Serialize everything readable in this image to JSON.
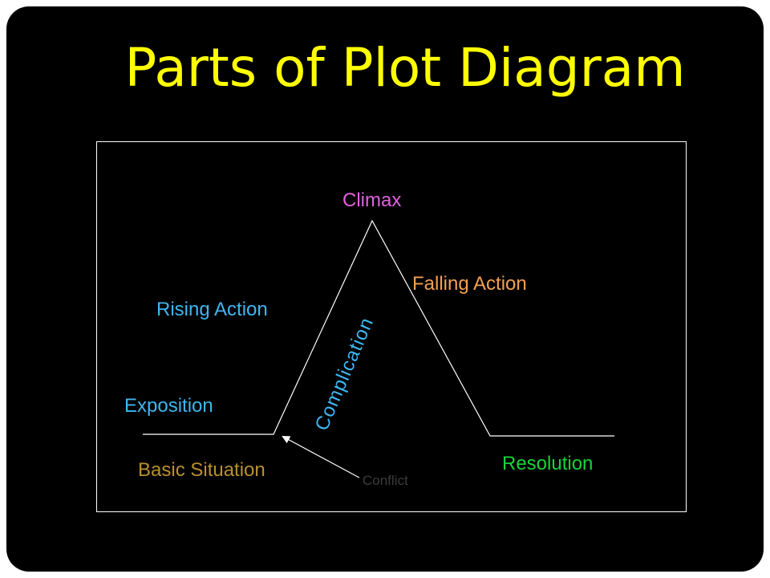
{
  "title": "Parts of Plot Diagram",
  "labels": {
    "climax": "Climax",
    "falling_action": "Falling Action",
    "rising_action": "Rising Action",
    "complication": "Complication",
    "exposition": "Exposition",
    "basic_situation": "Basic Situation",
    "resolution": "Resolution",
    "conflict": "Conflict"
  },
  "colors": {
    "background": "#000000",
    "title": "#ffff00",
    "climax": "#e061e0",
    "falling_action": "#f5a050",
    "rising_action": "#3fb6f0",
    "complication": "#3fb6f0",
    "exposition": "#3fb6f0",
    "basic_situation": "#b8902e",
    "resolution": "#17d43a",
    "conflict": "#3c3c3c",
    "lines": "#ffffff"
  }
}
